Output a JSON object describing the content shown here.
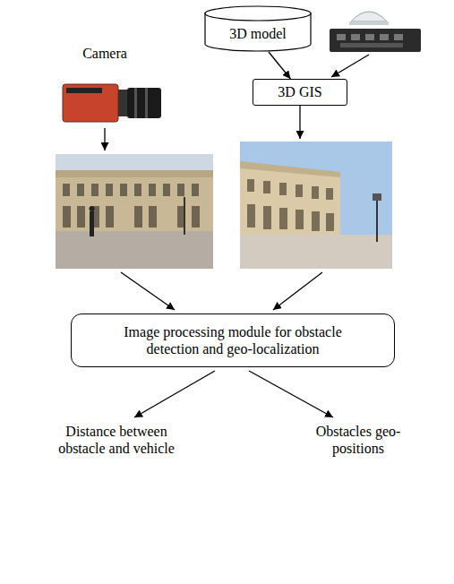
{
  "diagram": {
    "nodes": [
      {
        "text": [
          "3D model"
        ]
      },
      {
        "text": [
          "3D GIS"
        ]
      },
      {
        "text": [
          "Image processing module for obstacle detection and geo-localization"
        ]
      }
    ],
    "edges": [
      {
        "from": 0,
        "to": 1,
        "arrow": "to"
      }
    ],
    "labels": [
      "Camera",
      "Distance between obstacle and vehicle",
      "Obstacles geo-positions"
    ]
  }
}
